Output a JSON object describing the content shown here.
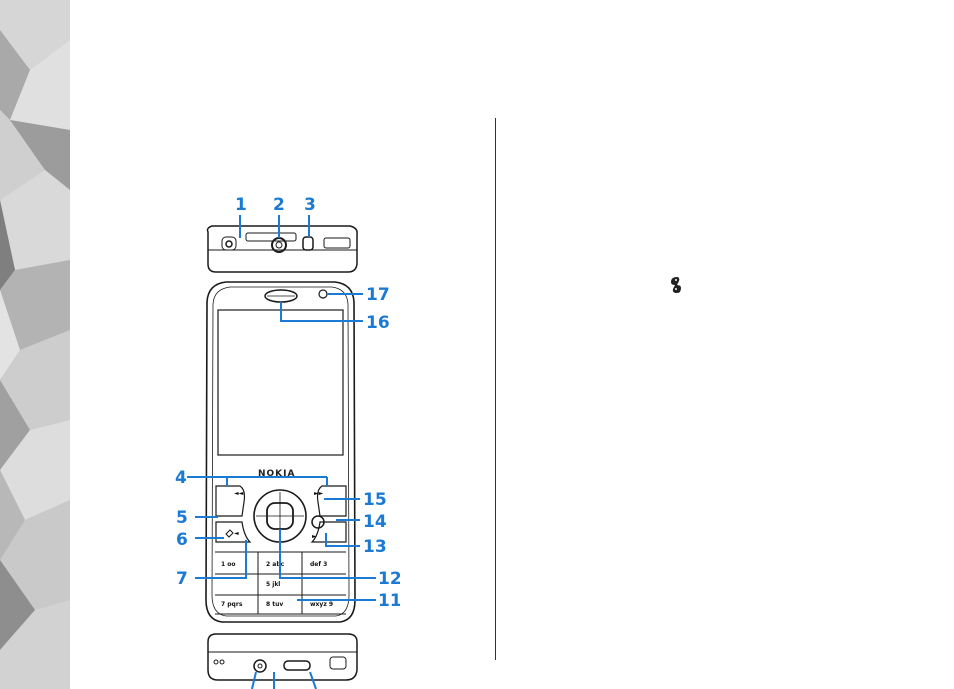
{
  "diagram": {
    "callouts": [
      "1",
      "2",
      "3",
      "4",
      "5",
      "6",
      "7",
      "11",
      "12",
      "13",
      "14",
      "15",
      "16",
      "17"
    ],
    "device_brand": "NOKIA",
    "keys": {
      "k1": "1 oo",
      "k2": "2 abc",
      "k3": "def 3",
      "k5": "5 jkl",
      "k7": "7 pqrs",
      "k8": "8 tuv",
      "k9": "wxyz 9"
    }
  },
  "text_column": {
    "menu_key_icon": "menu-key-icon"
  },
  "colors": {
    "callout_blue": "#1a7ad4",
    "side_band": "#bdbdbd"
  }
}
